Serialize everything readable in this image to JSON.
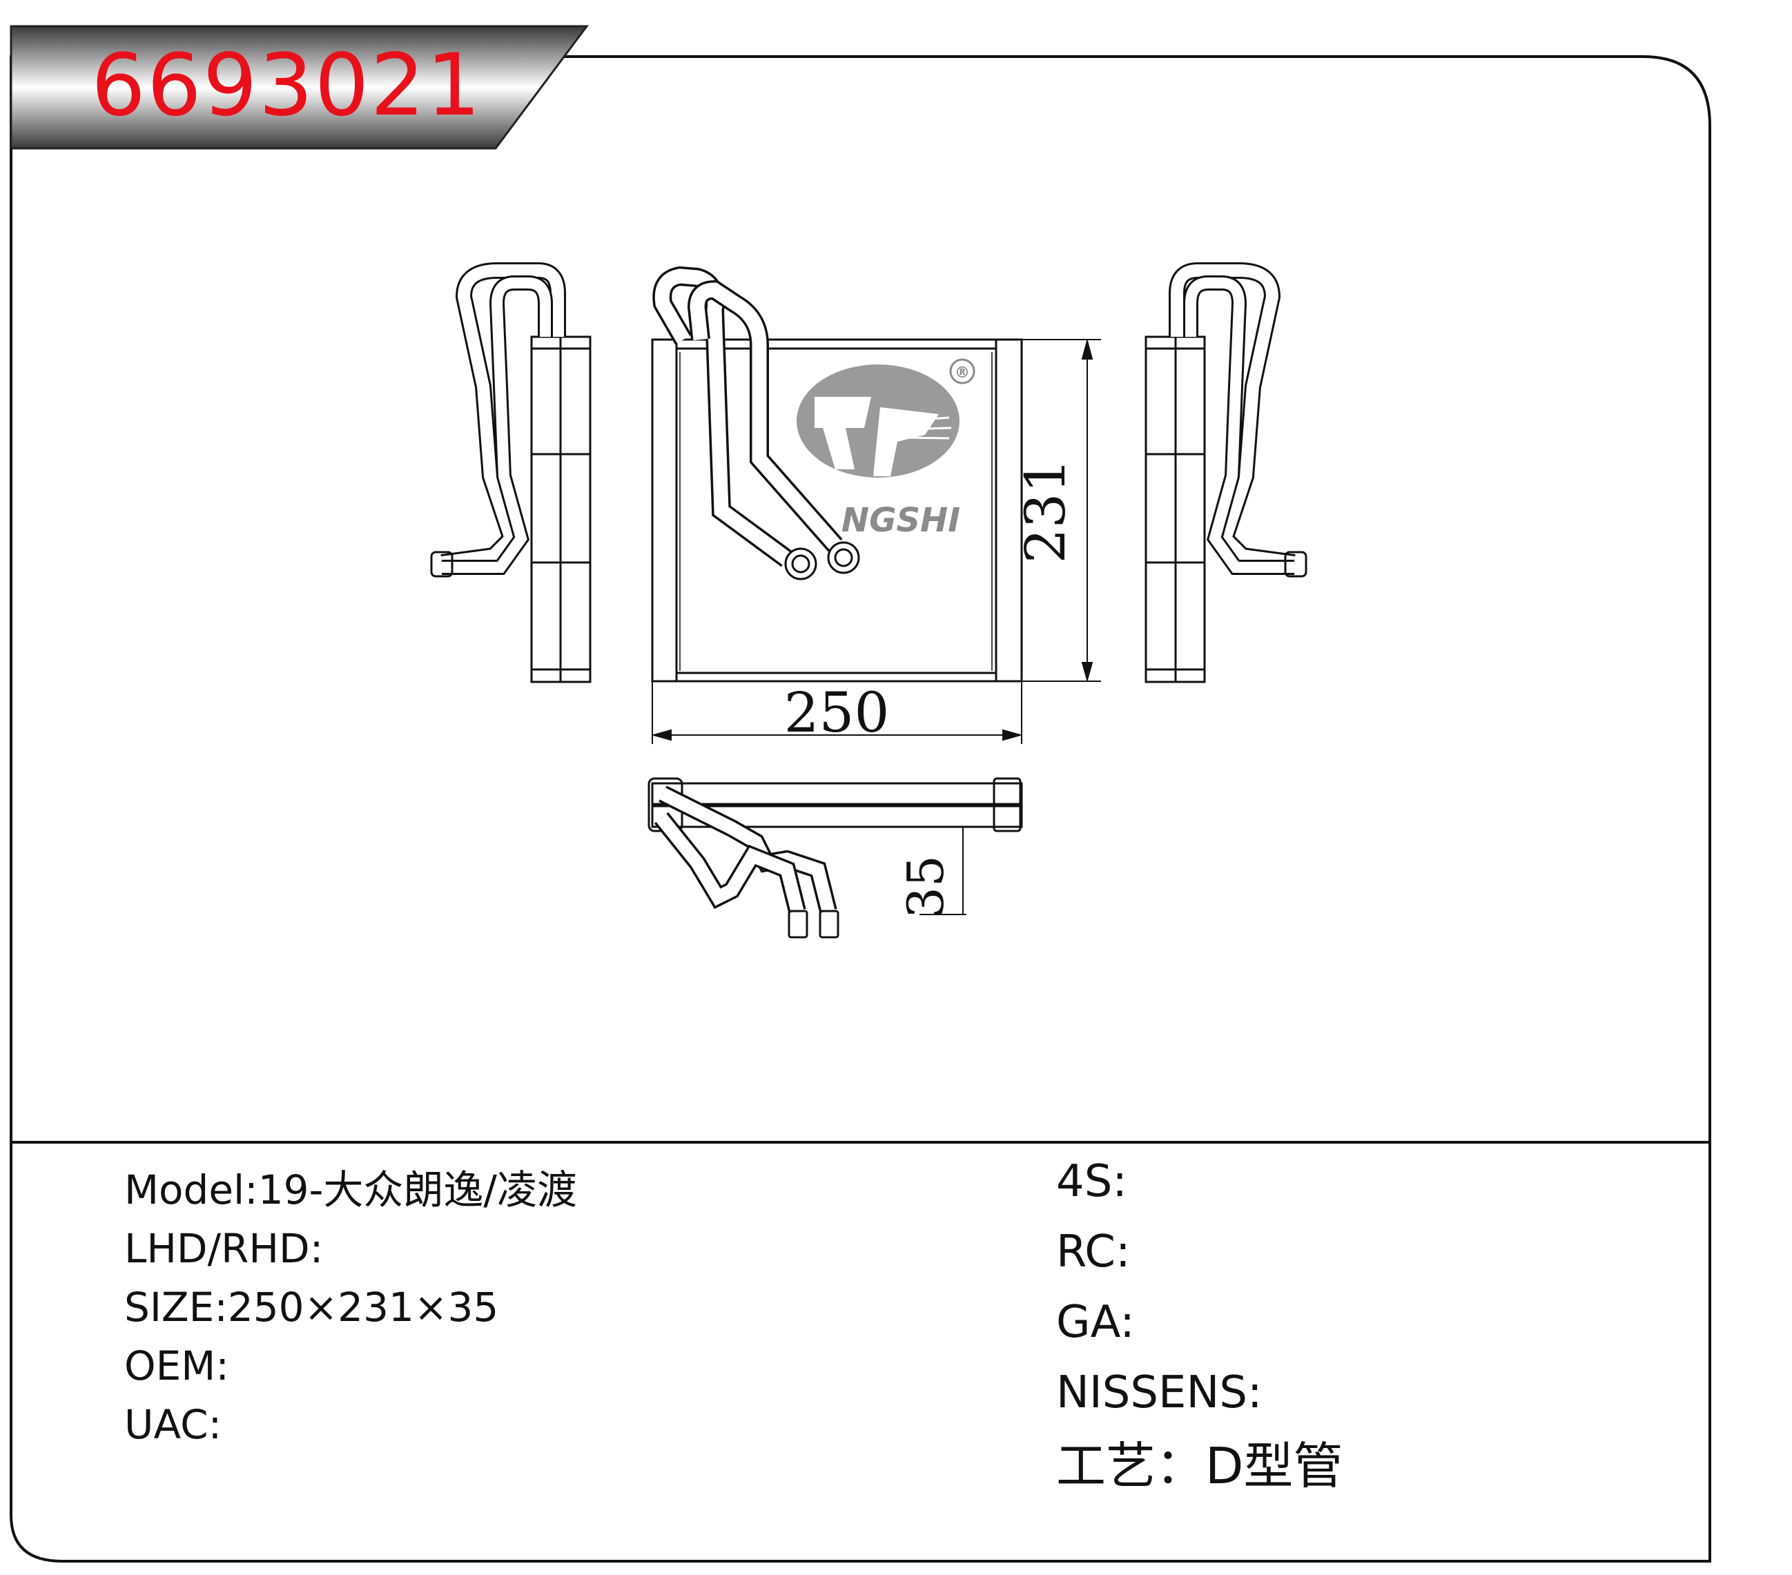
{
  "part_number": "6693021",
  "brand": {
    "logo_text": "NGSHI",
    "registered_mark": "®"
  },
  "dimensions": {
    "width": "250",
    "height": "231",
    "depth": "35"
  },
  "specs_left": [
    {
      "label": "Model",
      "sep": ":",
      "value": "19-大众朗逸/凌渡"
    },
    {
      "label": "LHD/RHD",
      "sep": ":",
      "value": ""
    },
    {
      "label": "SIZE",
      "sep": ":",
      "value": "250×231×35"
    },
    {
      "label": "OEM",
      "sep": ":",
      "value": ""
    },
    {
      "label": "UAC",
      "sep": ":",
      "value": ""
    }
  ],
  "specs_right": [
    {
      "label": "4S",
      "sep": ":",
      "value": ""
    },
    {
      "label": "RC",
      "sep": ":",
      "value": ""
    },
    {
      "label": "GA",
      "sep": ":",
      "value": ""
    },
    {
      "label": "NISSENS",
      "sep": ":",
      "value": ""
    },
    {
      "label": "工艺",
      "sep": "：",
      "value": "D型管"
    }
  ]
}
